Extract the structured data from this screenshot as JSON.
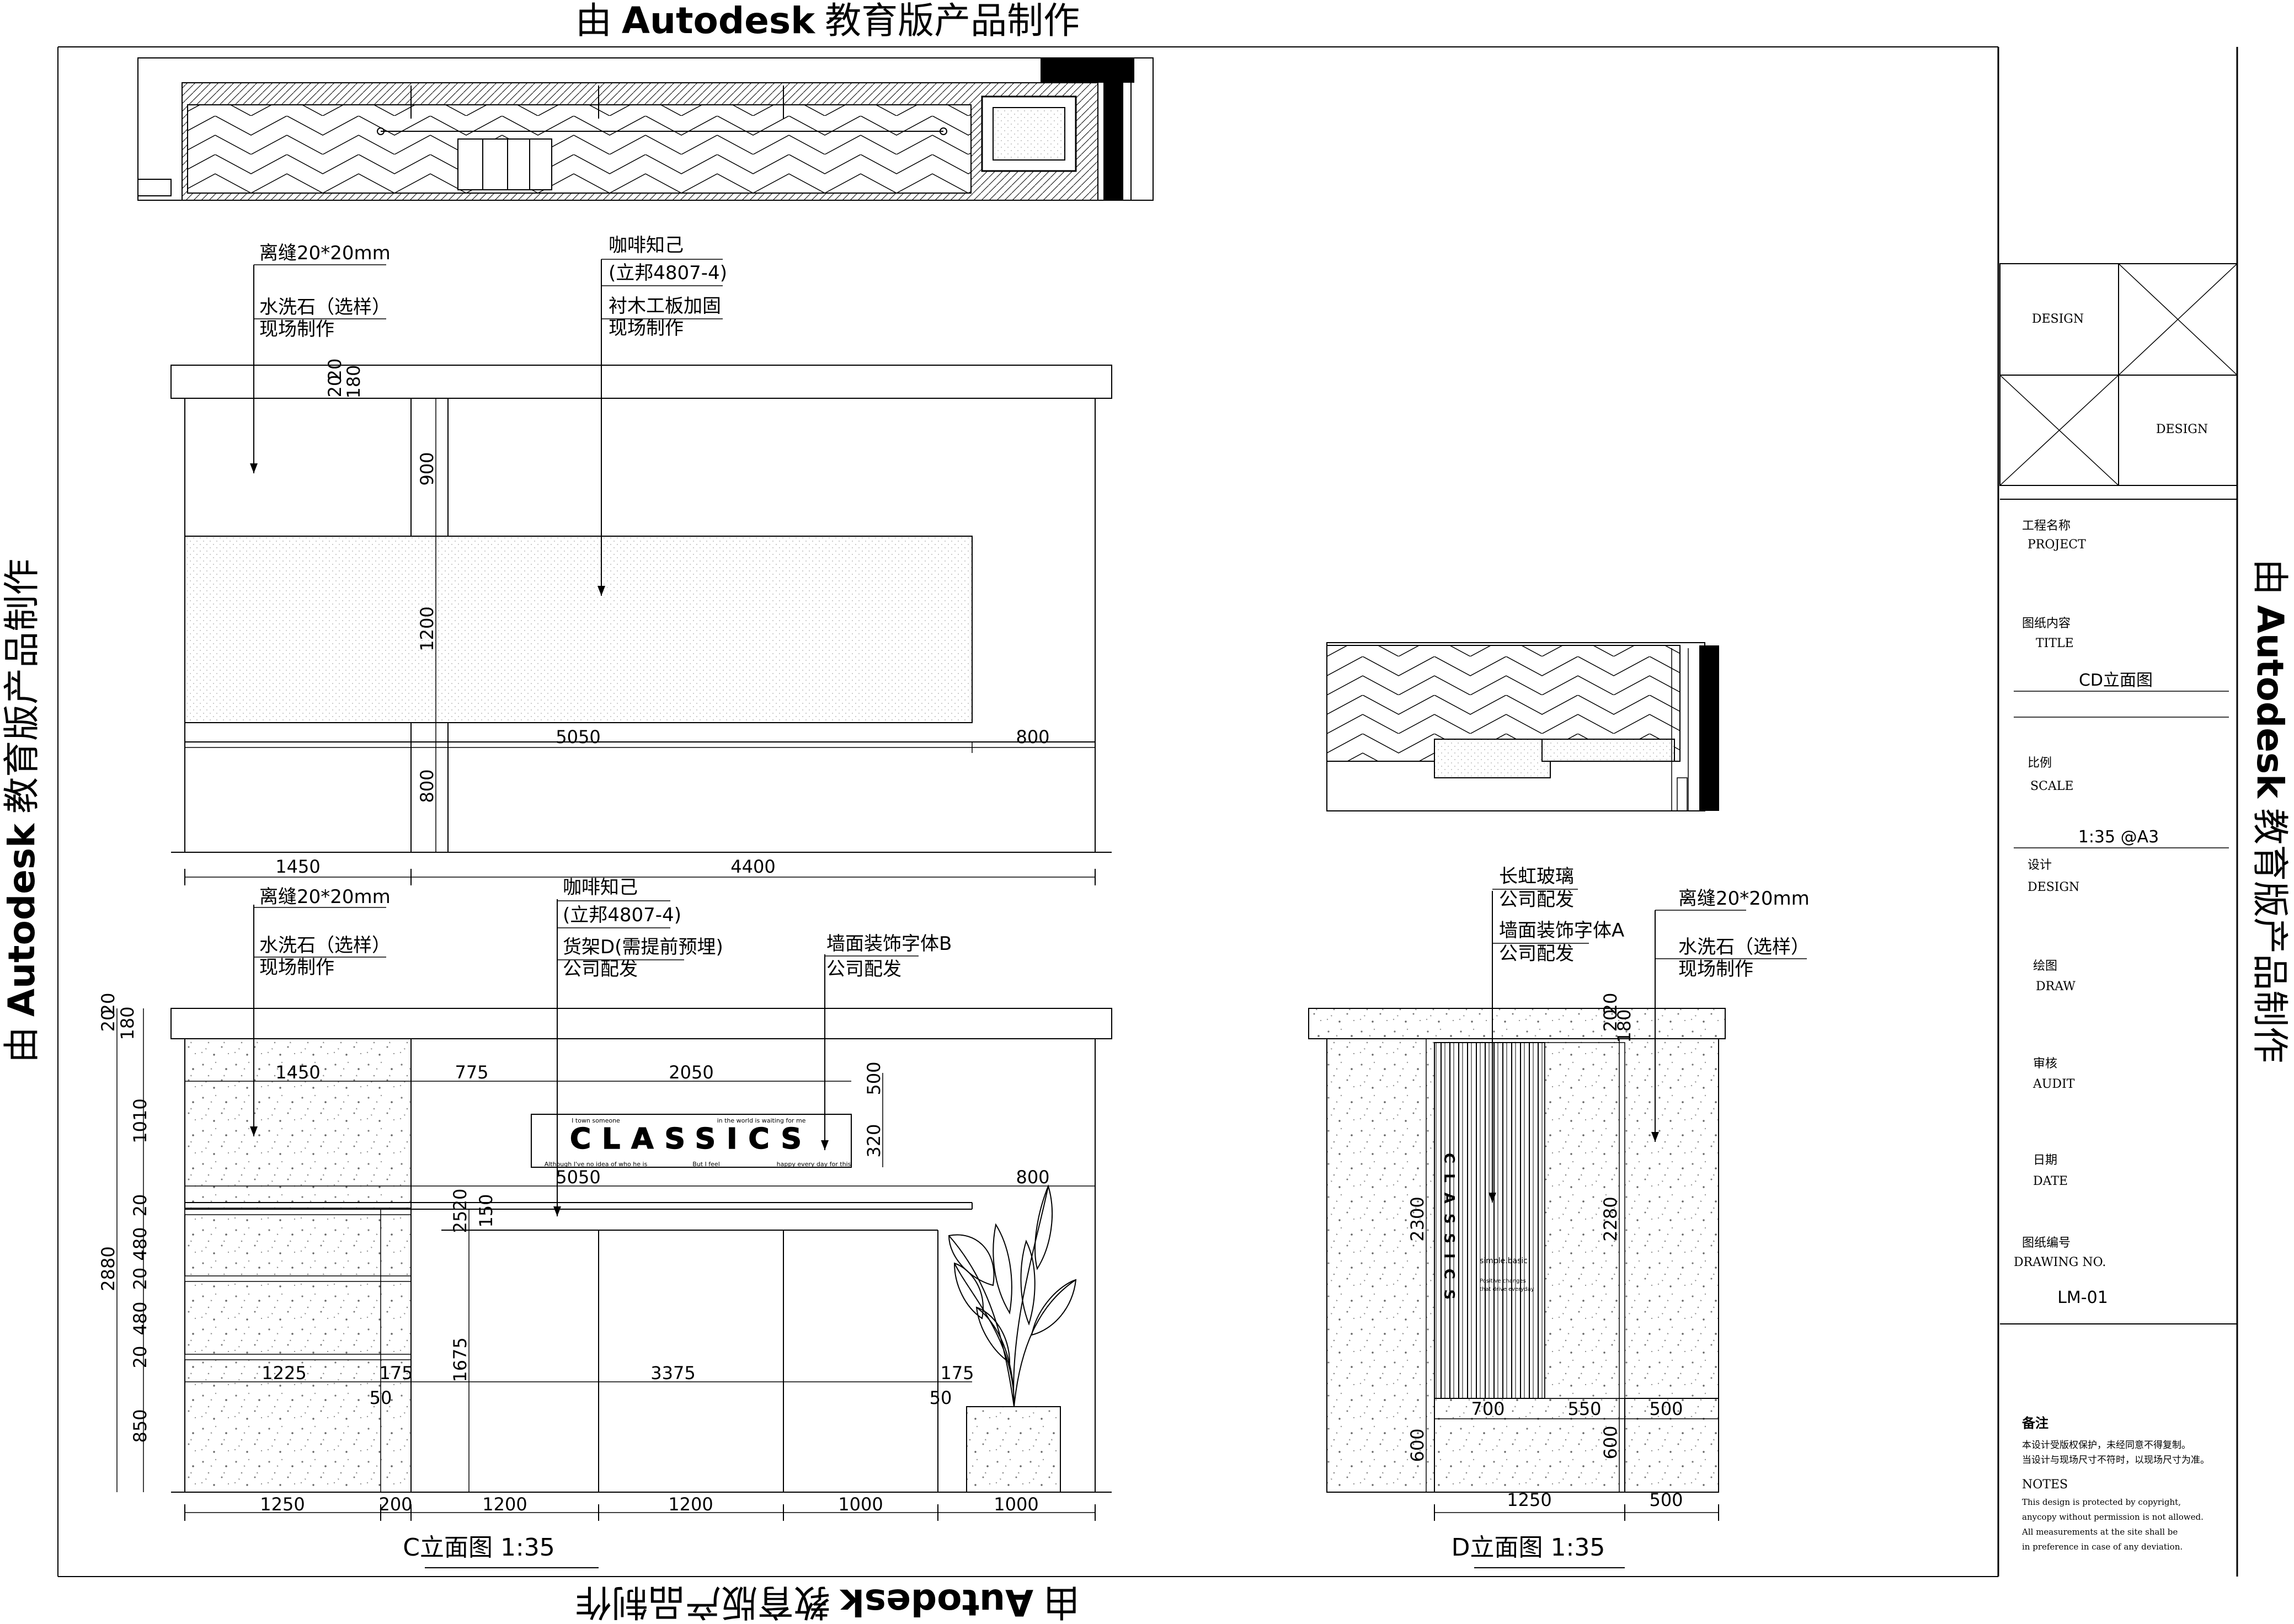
{
  "watermark": {
    "prefix": "由",
    "brand": "Autodesk",
    "suffix": "教育版产品制作"
  },
  "elevation_c": {
    "title": "C立面图 1:35",
    "upper_labels": [
      {
        "lines": [
          "离缝20*20mm",
          "水洗石（选样）",
          "现场制作"
        ]
      },
      {
        "lines": [
          "咖啡知己",
          "(立邦4807-4)",
          "衬木工板加固",
          "现场制作"
        ]
      }
    ],
    "lower_labels": [
      {
        "lines": [
          "离缝20*20mm",
          "水洗石（选样）",
          "现场制作"
        ]
      },
      {
        "lines": [
          "咖啡知己",
          "(立邦4807-4)",
          "货架D(需提前预埋)",
          "公司配发"
        ]
      },
      {
        "lines": [
          "墙面装饰字体B",
          "公司配发"
        ]
      }
    ],
    "upper_dims": {
      "vertical": [
        "20",
        "20",
        "180",
        "900",
        "1200",
        "800"
      ],
      "horizontal": [
        "5050",
        "800",
        "1450",
        "4400"
      ]
    },
    "lower_dims": {
      "vertical_left": [
        "20",
        "20",
        "180",
        "1010",
        "20",
        "480",
        "20",
        "480",
        "20",
        "850",
        "2880"
      ],
      "vertical_mid": [
        "25",
        "20",
        "150",
        "1675"
      ],
      "vertical_sign": [
        "500",
        "320"
      ],
      "top": [
        "1450",
        "775",
        "2050"
      ],
      "mid": [
        "5050",
        "800"
      ],
      "shelf": [
        "1225",
        "175",
        "50",
        "3375",
        "50",
        "175"
      ],
      "bottom": [
        "1250",
        "200",
        "1200",
        "1200",
        "1000",
        "1000"
      ]
    },
    "sign": {
      "word": "CLASSICS",
      "line_top_left": "I town someone",
      "line_top_right": "in the world is waiting for me",
      "line_bottom_1": "Although I've no idea of who he is",
      "line_bottom_2": "But I feel",
      "line_bottom_3": "happy every day for this"
    }
  },
  "elevation_d": {
    "title": "D立面图 1:35",
    "labels": [
      {
        "lines": [
          "长虹玻璃",
          "公司配发",
          "墙面装饰字体A",
          "公司配发"
        ]
      },
      {
        "lines": [
          "离缝20*20mm",
          "水洗石（选样）",
          "现场制作"
        ]
      }
    ],
    "dims": {
      "vertical": [
        "20",
        "20",
        "180",
        "2300",
        "2280",
        "600",
        "600"
      ],
      "horizontal": [
        "700",
        "550",
        "500",
        "1250",
        "500"
      ]
    },
    "sign": {
      "vertical_word": "CLASSICS",
      "small_1": "simple.basic",
      "small_2": "Positive changes",
      "small_3": "that drive everyday"
    }
  },
  "title_block": {
    "design_1": "DESIGN",
    "design_2": "DESIGN",
    "project_cn": "工程名称",
    "project_en": "PROJECT",
    "title_cn": "图纸内容",
    "title_en": "TITLE",
    "title_value": "CD立面图",
    "scale_cn": "比例",
    "scale_en": "SCALE",
    "scale_value": "1:35 @A3",
    "design_cn": "设计",
    "design_en": "DESIGN",
    "draw_cn": "绘图",
    "draw_en": "DRAW",
    "audit_cn": "审核",
    "audit_en": "AUDIT",
    "date_cn": "日期",
    "date_en": "DATE",
    "drawing_no_cn": "图纸编号",
    "drawing_no_en": "DRAWING NO.",
    "drawing_no_value": "LM-01",
    "notes_cn_title": "备注",
    "notes_cn_1": "本设计受版权保护，未经同意不得复制。",
    "notes_cn_2": "当设计与现场尺寸不符时，以现场尺寸为准。",
    "notes_en_title": "NOTES",
    "notes_en_1": "This design is protected by copyright,",
    "notes_en_2": "anycopy without permission is not allowed.",
    "notes_en_3": "All measurements at the site shall be",
    "notes_en_4": "in preference in case of any deviation."
  }
}
